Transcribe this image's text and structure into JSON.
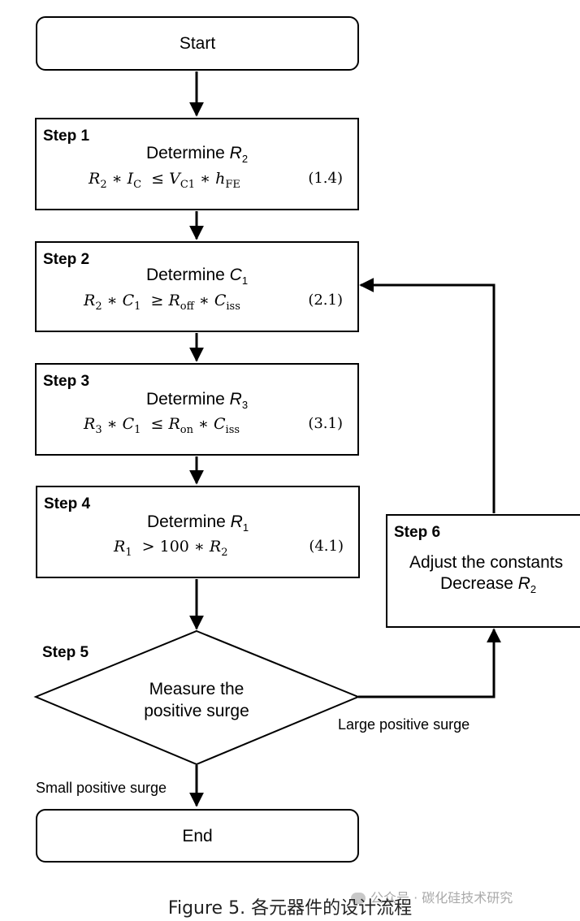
{
  "flowchart": {
    "start": "Start",
    "end": "End",
    "determine_word": "Determine",
    "steps": [
      {
        "label": "Step 1",
        "title_var": "R",
        "title_sub": "2",
        "eq_number": "(1.4)"
      },
      {
        "label": "Step 2",
        "title_var": "C",
        "title_sub": "1",
        "eq_number": "(2.1)"
      },
      {
        "label": "Step 3",
        "title_var": "R",
        "title_sub": "3",
        "eq_number": "(3.1)"
      },
      {
        "label": "Step 4",
        "title_var": "R",
        "title_sub": "1",
        "eq_number": "(4.1)"
      }
    ],
    "step5": {
      "label": "Step 5",
      "line1": "Measure the",
      "line2": "positive surge"
    },
    "step6": {
      "label": "Step 6",
      "line1": "Adjust the constants",
      "line2_word": "Decrease",
      "line2_var": "R",
      "line2_sub": "2"
    },
    "edge_labels": {
      "large": "Large positive surge",
      "small": "Small positive surge"
    }
  },
  "caption": "Figure 5. 各元器件的设计流程",
  "watermark": "公众号 · 碳化硅技术研究"
}
